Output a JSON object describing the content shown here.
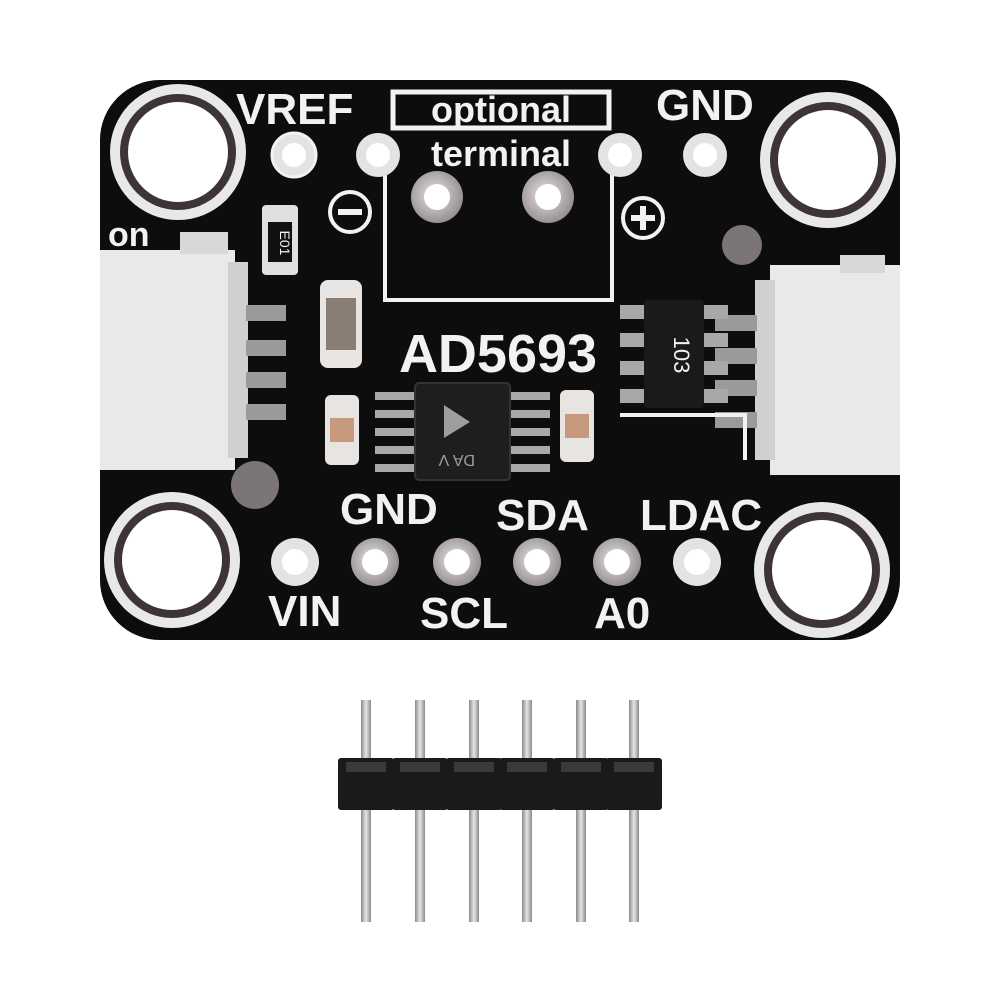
{
  "board": {
    "chip_name": "AD5693",
    "top_labels": {
      "vref": "VREF",
      "optional": "optional",
      "terminal": "terminal",
      "gnd": "GND"
    },
    "side_label": "on",
    "resistor_marking": "E01",
    "resistor_network_marking": "103",
    "chip_marking": "DA\nV",
    "polarity": {
      "minus": "⊖",
      "plus": "⊕"
    },
    "pin_labels_top_row": [
      "GND",
      "SDA",
      "LDAC"
    ],
    "pin_labels_bottom_row": [
      "VIN",
      "SCL",
      "A0"
    ]
  },
  "header": {
    "pin_count": 6
  },
  "colors": {
    "pcb": "#0d0d0d",
    "silkscreen": "#f2f2f2",
    "pad": "#c9c3c6",
    "connector": "#e9e9e9",
    "header_plastic": "#1a1a1a",
    "pin_metal": "#bdbdbd"
  }
}
